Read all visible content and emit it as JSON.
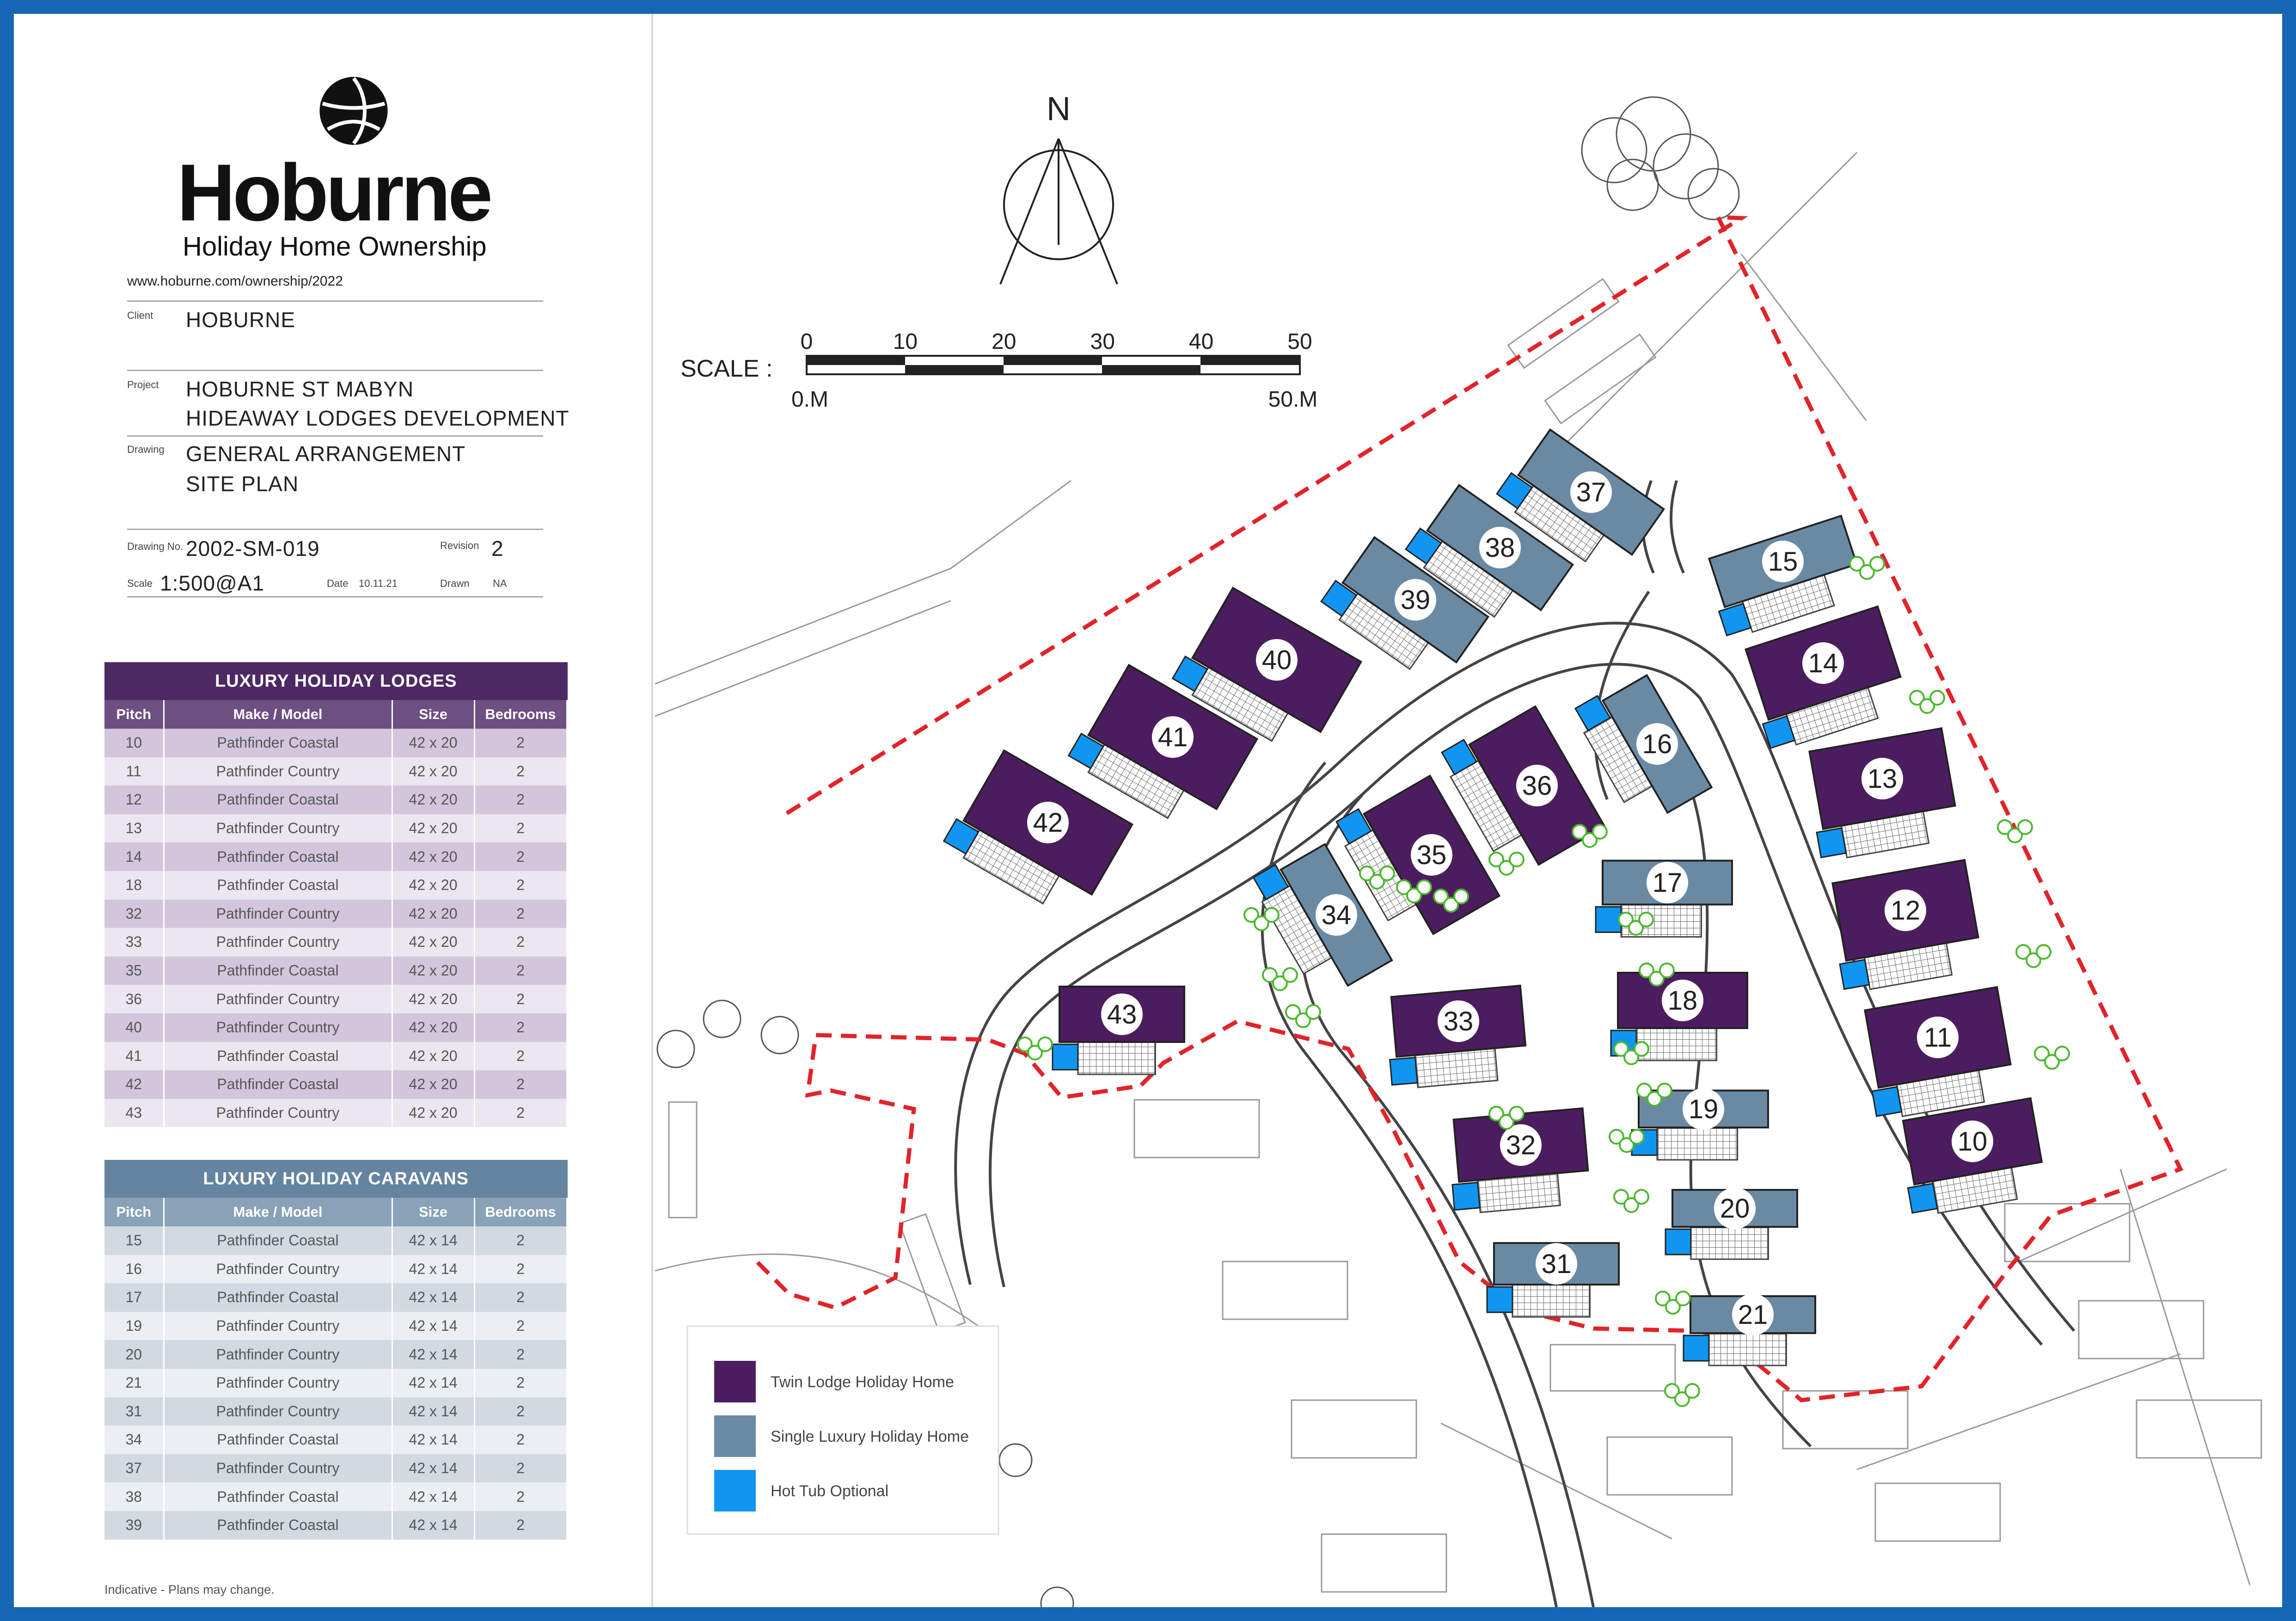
{
  "brand": {
    "name": "Hoburne",
    "tagline": "Holiday Home Ownership",
    "url": "www.hoburne.com/ownership/2022"
  },
  "info": {
    "client_label": "Client",
    "client": "HOBURNE",
    "project_label": "Project",
    "project_line1": "HOBURNE ST MABYN",
    "project_line2": "HIDEAWAY LODGES DEVELOPMENT",
    "drawing_label": "Drawing",
    "drawing_line1": "GENERAL ARRANGEMENT",
    "drawing_line2": "SITE PLAN",
    "drawing_no_label": "Drawing No.",
    "drawing_no": "2002-SM-019",
    "revision_label": "Revision",
    "revision": "2",
    "scale_label": "Scale",
    "scale": "1:500@A1",
    "date_label": "Date",
    "date": "10.11.21",
    "drawn_label": "Drawn",
    "drawn": "NA"
  },
  "lodges_table": {
    "title": "LUXURY HOLIDAY LODGES",
    "headers": [
      "Pitch",
      "Make / Model",
      "Size",
      "Bedrooms"
    ],
    "rows": [
      [
        "10",
        "Pathfinder Coastal",
        "42 x 20",
        "2"
      ],
      [
        "11",
        "Pathfinder Country",
        "42 x 20",
        "2"
      ],
      [
        "12",
        "Pathfinder Coastal",
        "42 x 20",
        "2"
      ],
      [
        "13",
        "Pathfinder Country",
        "42 x 20",
        "2"
      ],
      [
        "14",
        "Pathfinder Coastal",
        "42 x 20",
        "2"
      ],
      [
        "18",
        "Pathfinder Coastal",
        "42 x 20",
        "2"
      ],
      [
        "32",
        "Pathfinder Country",
        "42 x 20",
        "2"
      ],
      [
        "33",
        "Pathfinder Country",
        "42 x 20",
        "2"
      ],
      [
        "35",
        "Pathfinder Coastal",
        "42 x 20",
        "2"
      ],
      [
        "36",
        "Pathfinder Country",
        "42 x 20",
        "2"
      ],
      [
        "40",
        "Pathfinder Country",
        "42 x 20",
        "2"
      ],
      [
        "41",
        "Pathfinder Coastal",
        "42 x 20",
        "2"
      ],
      [
        "42",
        "Pathfinder Coastal",
        "42 x 20",
        "2"
      ],
      [
        "43",
        "Pathfinder Country",
        "42 x 20",
        "2"
      ]
    ]
  },
  "caravans_table": {
    "title": "LUXURY HOLIDAY CARAVANS",
    "headers": [
      "Pitch",
      "Make / Model",
      "Size",
      "Bedrooms"
    ],
    "rows": [
      [
        "15",
        "Pathfinder Coastal",
        "42 x 14",
        "2"
      ],
      [
        "16",
        "Pathfinder Country",
        "42 x 14",
        "2"
      ],
      [
        "17",
        "Pathfinder Coastal",
        "42 x 14",
        "2"
      ],
      [
        "19",
        "Pathfinder Country",
        "42 x 14",
        "2"
      ],
      [
        "20",
        "Pathfinder Country",
        "42 x 14",
        "2"
      ],
      [
        "21",
        "Pathfinder Country",
        "42 x 14",
        "2"
      ],
      [
        "31",
        "Pathfinder Country",
        "42 x 14",
        "2"
      ],
      [
        "34",
        "Pathfinder Coastal",
        "42 x 14",
        "2"
      ],
      [
        "37",
        "Pathfinder Country",
        "42 x 14",
        "2"
      ],
      [
        "38",
        "Pathfinder Coastal",
        "42 x 14",
        "2"
      ],
      [
        "39",
        "Pathfinder Coastal",
        "42 x 14",
        "2"
      ]
    ]
  },
  "disclaimer": "Indicative - Plans may change.",
  "map": {
    "north_label": "N",
    "scale_label": "SCALE :",
    "scale_ticks": [
      "0",
      "10",
      "20",
      "30",
      "40",
      "50"
    ],
    "scale_start": "0.M",
    "scale_end": "50.M",
    "legend": [
      {
        "label": "Twin Lodge Holiday Home",
        "color": "#4c1d5e"
      },
      {
        "label": "Single Luxury Holiday Home",
        "color": "#6a8aa4"
      },
      {
        "label": "Hot Tub Optional",
        "color": "#1096f0"
      }
    ],
    "lodge_numbers": [
      "10",
      "11",
      "12",
      "13",
      "14",
      "18",
      "32",
      "33",
      "35",
      "36",
      "40",
      "41",
      "42",
      "43"
    ],
    "caravan_numbers": [
      "15",
      "16",
      "17",
      "19",
      "20",
      "21",
      "31",
      "34",
      "37",
      "38",
      "39"
    ],
    "colors": {
      "lodge": "#4c1d5e",
      "caravan": "#6a8aa4",
      "hot_tub": "#1096f0",
      "boundary": "#e1232a",
      "road": "#444444"
    }
  }
}
